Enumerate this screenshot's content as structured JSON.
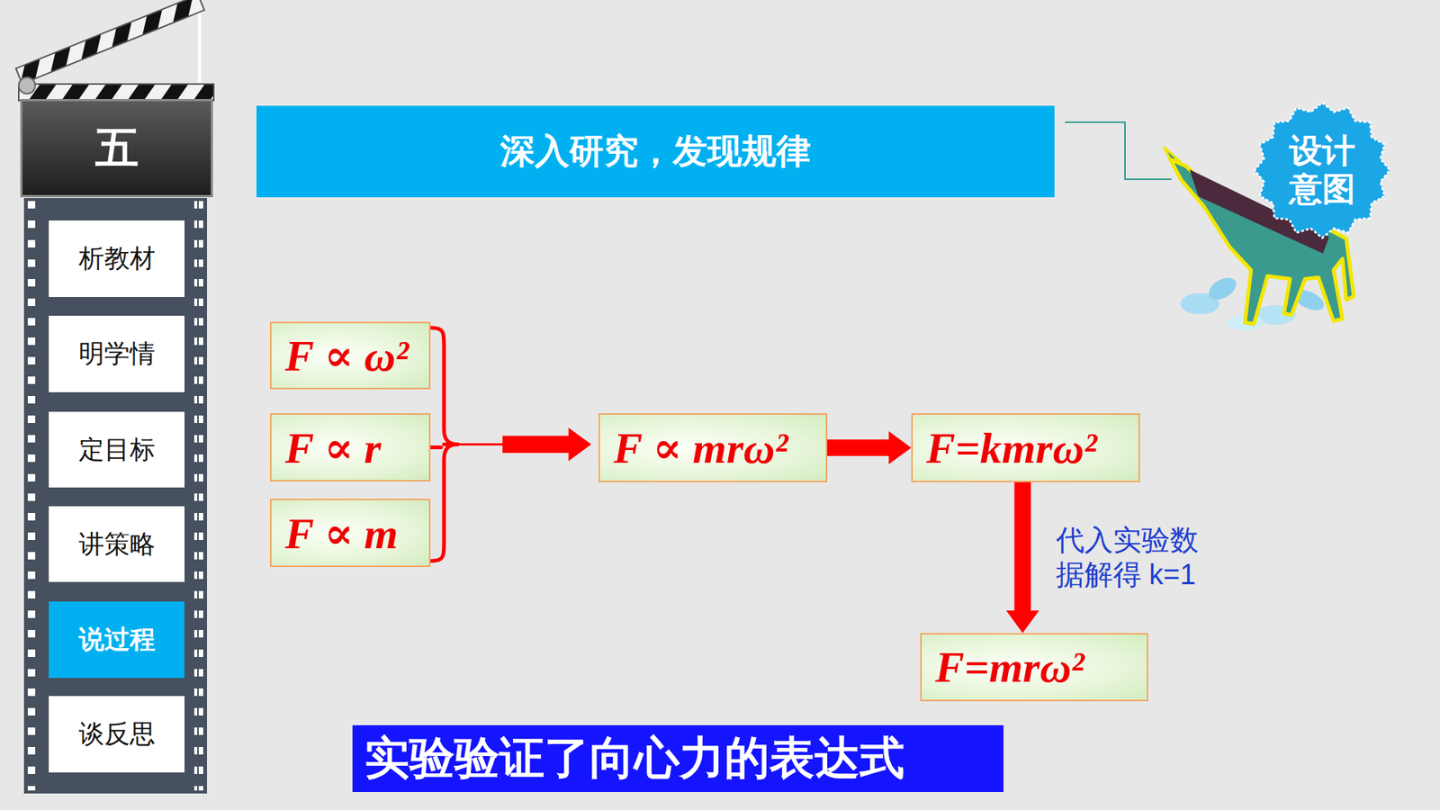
{
  "diagram": {
    "title": "深入研究，发现规律",
    "caption": "实验验证了向心力的表达式",
    "nodes": [
      {
        "text": [
          "五"
        ]
      },
      {
        "text": [
          "析教材"
        ]
      },
      {
        "text": [
          "明学情"
        ]
      },
      {
        "text": [
          "定目标"
        ]
      },
      {
        "text": [
          "讲策略"
        ]
      },
      {
        "text": [
          "说过程"
        ]
      },
      {
        "text": [
          "谈反思"
        ]
      },
      {
        "text": [
          "设计意图"
        ]
      },
      {
        "text": [
          "F ∝ ω²"
        ]
      },
      {
        "text": [
          "F ∝ r"
        ]
      },
      {
        "text": [
          "F ∝ m"
        ]
      },
      {
        "text": [
          "F ∝ mrω²"
        ]
      },
      {
        "text": [
          "F=kmrω²"
        ]
      },
      {
        "text": [
          "F=mrω²"
        ]
      }
    ],
    "edges": [
      {
        "from": 8,
        "to": 11,
        "arrow": "to"
      },
      {
        "from": 9,
        "to": 11,
        "arrow": "to"
      },
      {
        "from": 10,
        "to": 11,
        "arrow": "to"
      },
      {
        "from": 11,
        "to": 12,
        "arrow": "to"
      },
      {
        "from": 12,
        "to": 13,
        "arrow": "to",
        "label": "代入实验数 据解得 k=1"
      }
    ]
  }
}
